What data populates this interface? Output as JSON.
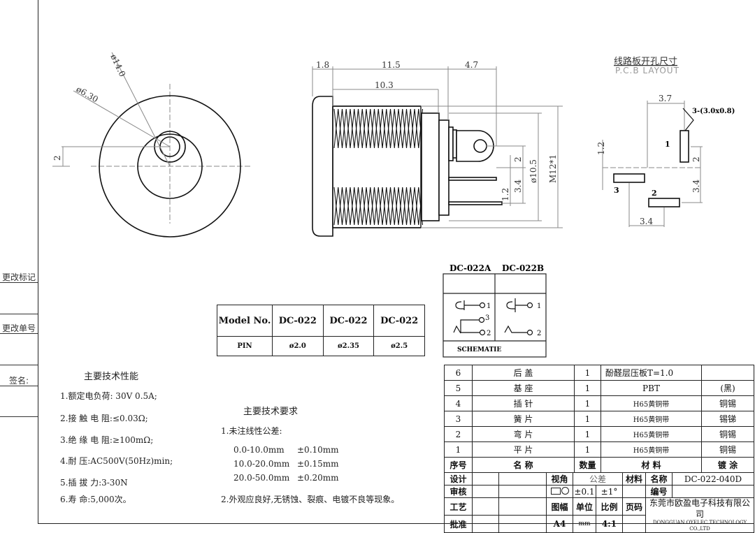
{
  "side_panel": {
    "change_mark": "更改标记",
    "change_number": "更改单号",
    "signature": "签名:"
  },
  "front_view": {
    "dim_outer": "ø14.0",
    "dim_inner": "ø6.30",
    "dim_offset": "2"
  },
  "side_view": {
    "dim_flange": "1.8",
    "dim_body": "11.5",
    "dim_thread": "10.3",
    "dim_lug": "4.7",
    "dim_lug_offset": "2",
    "dim_pin_spacing": "3.4",
    "dim_pin_offset": "1.2",
    "dim_diameter": "ø10.5",
    "dim_thread_spec": "M12*1"
  },
  "pcb_layout": {
    "title_cn": "线路板开孔尺寸",
    "title_en": "P.C.B LAYOUT",
    "dim_top": "3.7",
    "hole_spec": "3-(3.0x0.8)",
    "dim_left": "1.2",
    "dim_right_upper": "2",
    "dim_right_lower": "3.4",
    "dim_bottom": "3.4",
    "pins": [
      "1",
      "2",
      "3"
    ]
  },
  "schematic": {
    "col_a": "DC-022A",
    "col_b": "DC-022B",
    "label": "SCHEMATIE",
    "a_pins": [
      "1",
      "3",
      "2"
    ],
    "b_pins": [
      "1",
      "2"
    ]
  },
  "model_table": {
    "header": [
      "Model No.",
      "DC-022",
      "DC-022",
      "DC-022"
    ],
    "row": [
      "PIN",
      "ø2.0",
      "ø2.35",
      "ø2.5"
    ]
  },
  "performance": {
    "title": "主要技术性能",
    "items": [
      "1.额定电负荷:  30V 0.5A;",
      "2.接 触 电 阻:≤0.03Ω;",
      "3.绝 缘 电 阻:≥100mΩ;",
      "4.耐       压:AC500V(50Hz)min;",
      "5.插  拔   力:3-30N",
      "6.寿       命:5,000次。"
    ]
  },
  "requirements": {
    "title": "主要技术要求",
    "item1": "1.未注线性公差:",
    "tolerances": [
      {
        "range": "0.0-10.0mm",
        "tol": "±0.10mm"
      },
      {
        "range": "10.0-20.0mm",
        "tol": "±0.15mm"
      },
      {
        "range": "20.0-50.0mm",
        "tol": "±0.20mm"
      }
    ],
    "item2": "2.外观应良好,无锈蚀、裂痕、电镀不良等现象。"
  },
  "bom": {
    "rows": [
      [
        "6",
        "后    盖",
        "1",
        "酚醛层压板T=1.0",
        ""
      ],
      [
        "5",
        "基    座",
        "1",
        "PBT",
        "(黑)"
      ],
      [
        "4",
        "插    针",
        "1",
        "H65黄铜带",
        "铜锡"
      ],
      [
        "3",
        "簧    片",
        "1",
        "H65黄铜带",
        "锡锑"
      ],
      [
        "2",
        "弯    片",
        "1",
        "H65黄铜带",
        "铜锡"
      ],
      [
        "1",
        "平    片",
        "1",
        "H65黄铜带",
        "铜锡"
      ]
    ],
    "header": [
      "序号",
      "名    称",
      "数量",
      "材    料",
      "镀 涂"
    ]
  },
  "title_block": {
    "design": "设计",
    "review": "审核",
    "process": "工艺",
    "approve": "批准",
    "view_angle": "视角",
    "tolerance": "公差",
    "material": "材料",
    "name_label": "名称",
    "name_value": "DC-022-040D",
    "tol_linear": "±0.1",
    "tol_angle": "±1°",
    "number_label": "编号",
    "sheet_size_label": "图幅",
    "unit_label": "单位",
    "scale_label": "比例",
    "page_label": "页码",
    "sheet_size": "A4",
    "unit": "mm",
    "scale": "4:1",
    "company_cn": "东莞市欧盈电子科技有限公司",
    "company_en": "DONGGUAN OYELEC TECHNOLOGY CO.,LTD"
  }
}
